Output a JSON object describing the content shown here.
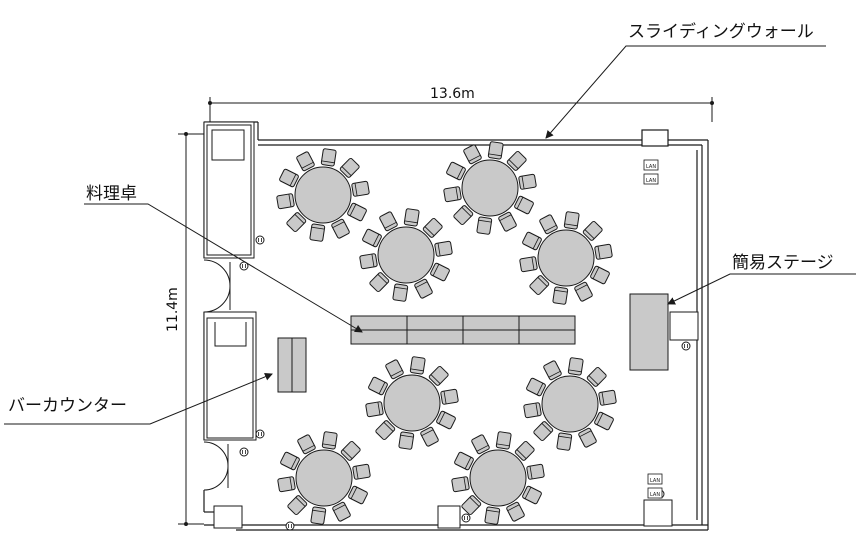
{
  "labels": {
    "sliding_wall": "スライディングウォール",
    "kitchen_table": "料理卓",
    "stage": "簡易ステージ",
    "bar_counter": "バーカウンター",
    "lan": "LAN"
  },
  "dimensions": {
    "width": "13.6m",
    "height": "11.4m"
  },
  "colors": {
    "fill": "#c9c9c9",
    "line": "#1a1a1a",
    "background": "#ffffff"
  },
  "round_tables": {
    "count": 8,
    "chairs_per_table": 10
  },
  "icons": [
    "outlet-icon",
    "lan-port-icon",
    "door-swing-icon"
  ]
}
